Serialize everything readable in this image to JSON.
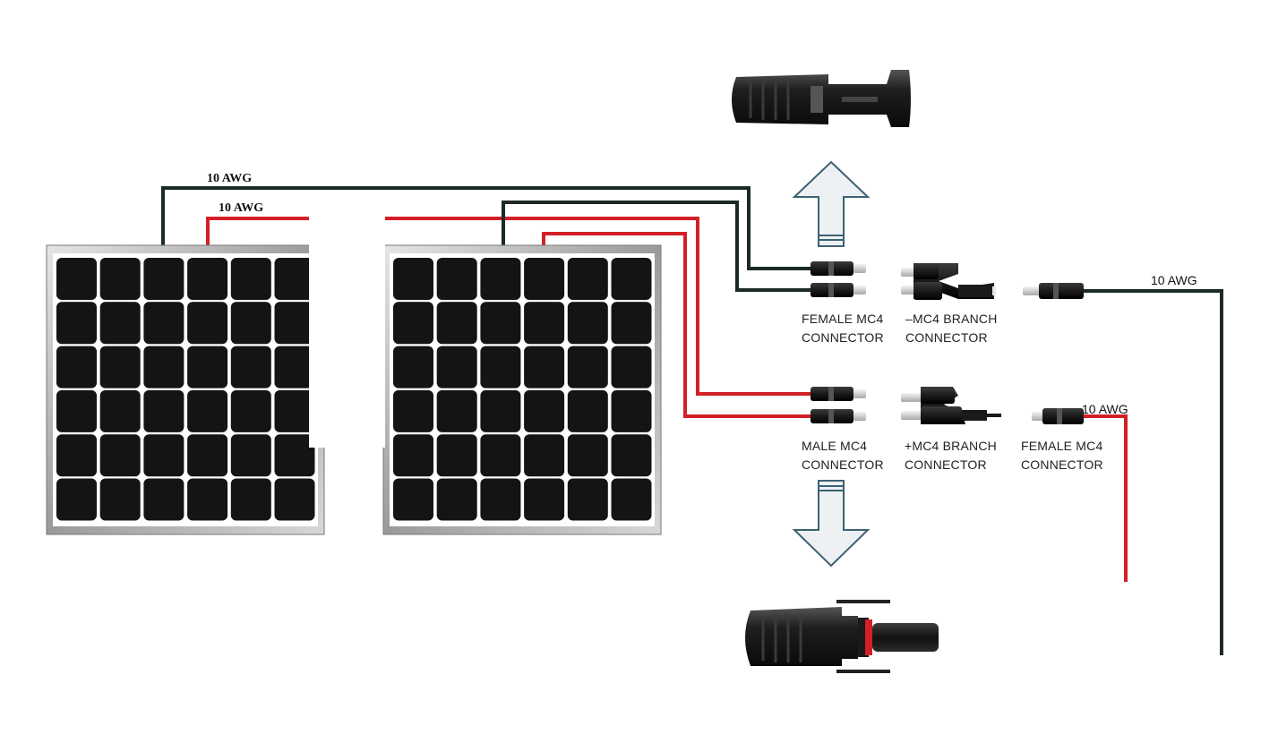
{
  "wire_labels": {
    "panel_black": "10 AWG",
    "panel_red": "10 AWG",
    "output_black": "10 AWG",
    "output_red": "10 AWG"
  },
  "connector_labels": {
    "female_top_1": "FEMALE MC4",
    "female_top_2": "CONNECTOR",
    "neg_branch_1": "–MC4 BRANCH",
    "neg_branch_2": "CONNECTOR",
    "male_1": "MALE MC4",
    "male_2": "CONNECTOR",
    "pos_branch_1": "+MC4 BRANCH",
    "pos_branch_2": "CONNECTOR",
    "female_out_1": "FEMALE MC4",
    "female_out_2": "CONNECTOR"
  },
  "colors": {
    "positive_wire": "#d32026",
    "negative_wire": "#1b2a26",
    "cell": "#141414",
    "arrow_stroke": "#3c6273",
    "arrow_fill": "#eef1f3"
  },
  "icons": [
    "solar-panel-icon",
    "mc4-connector-icon",
    "mc4-branch-connector-icon",
    "arrow-up-icon",
    "arrow-down-icon"
  ]
}
